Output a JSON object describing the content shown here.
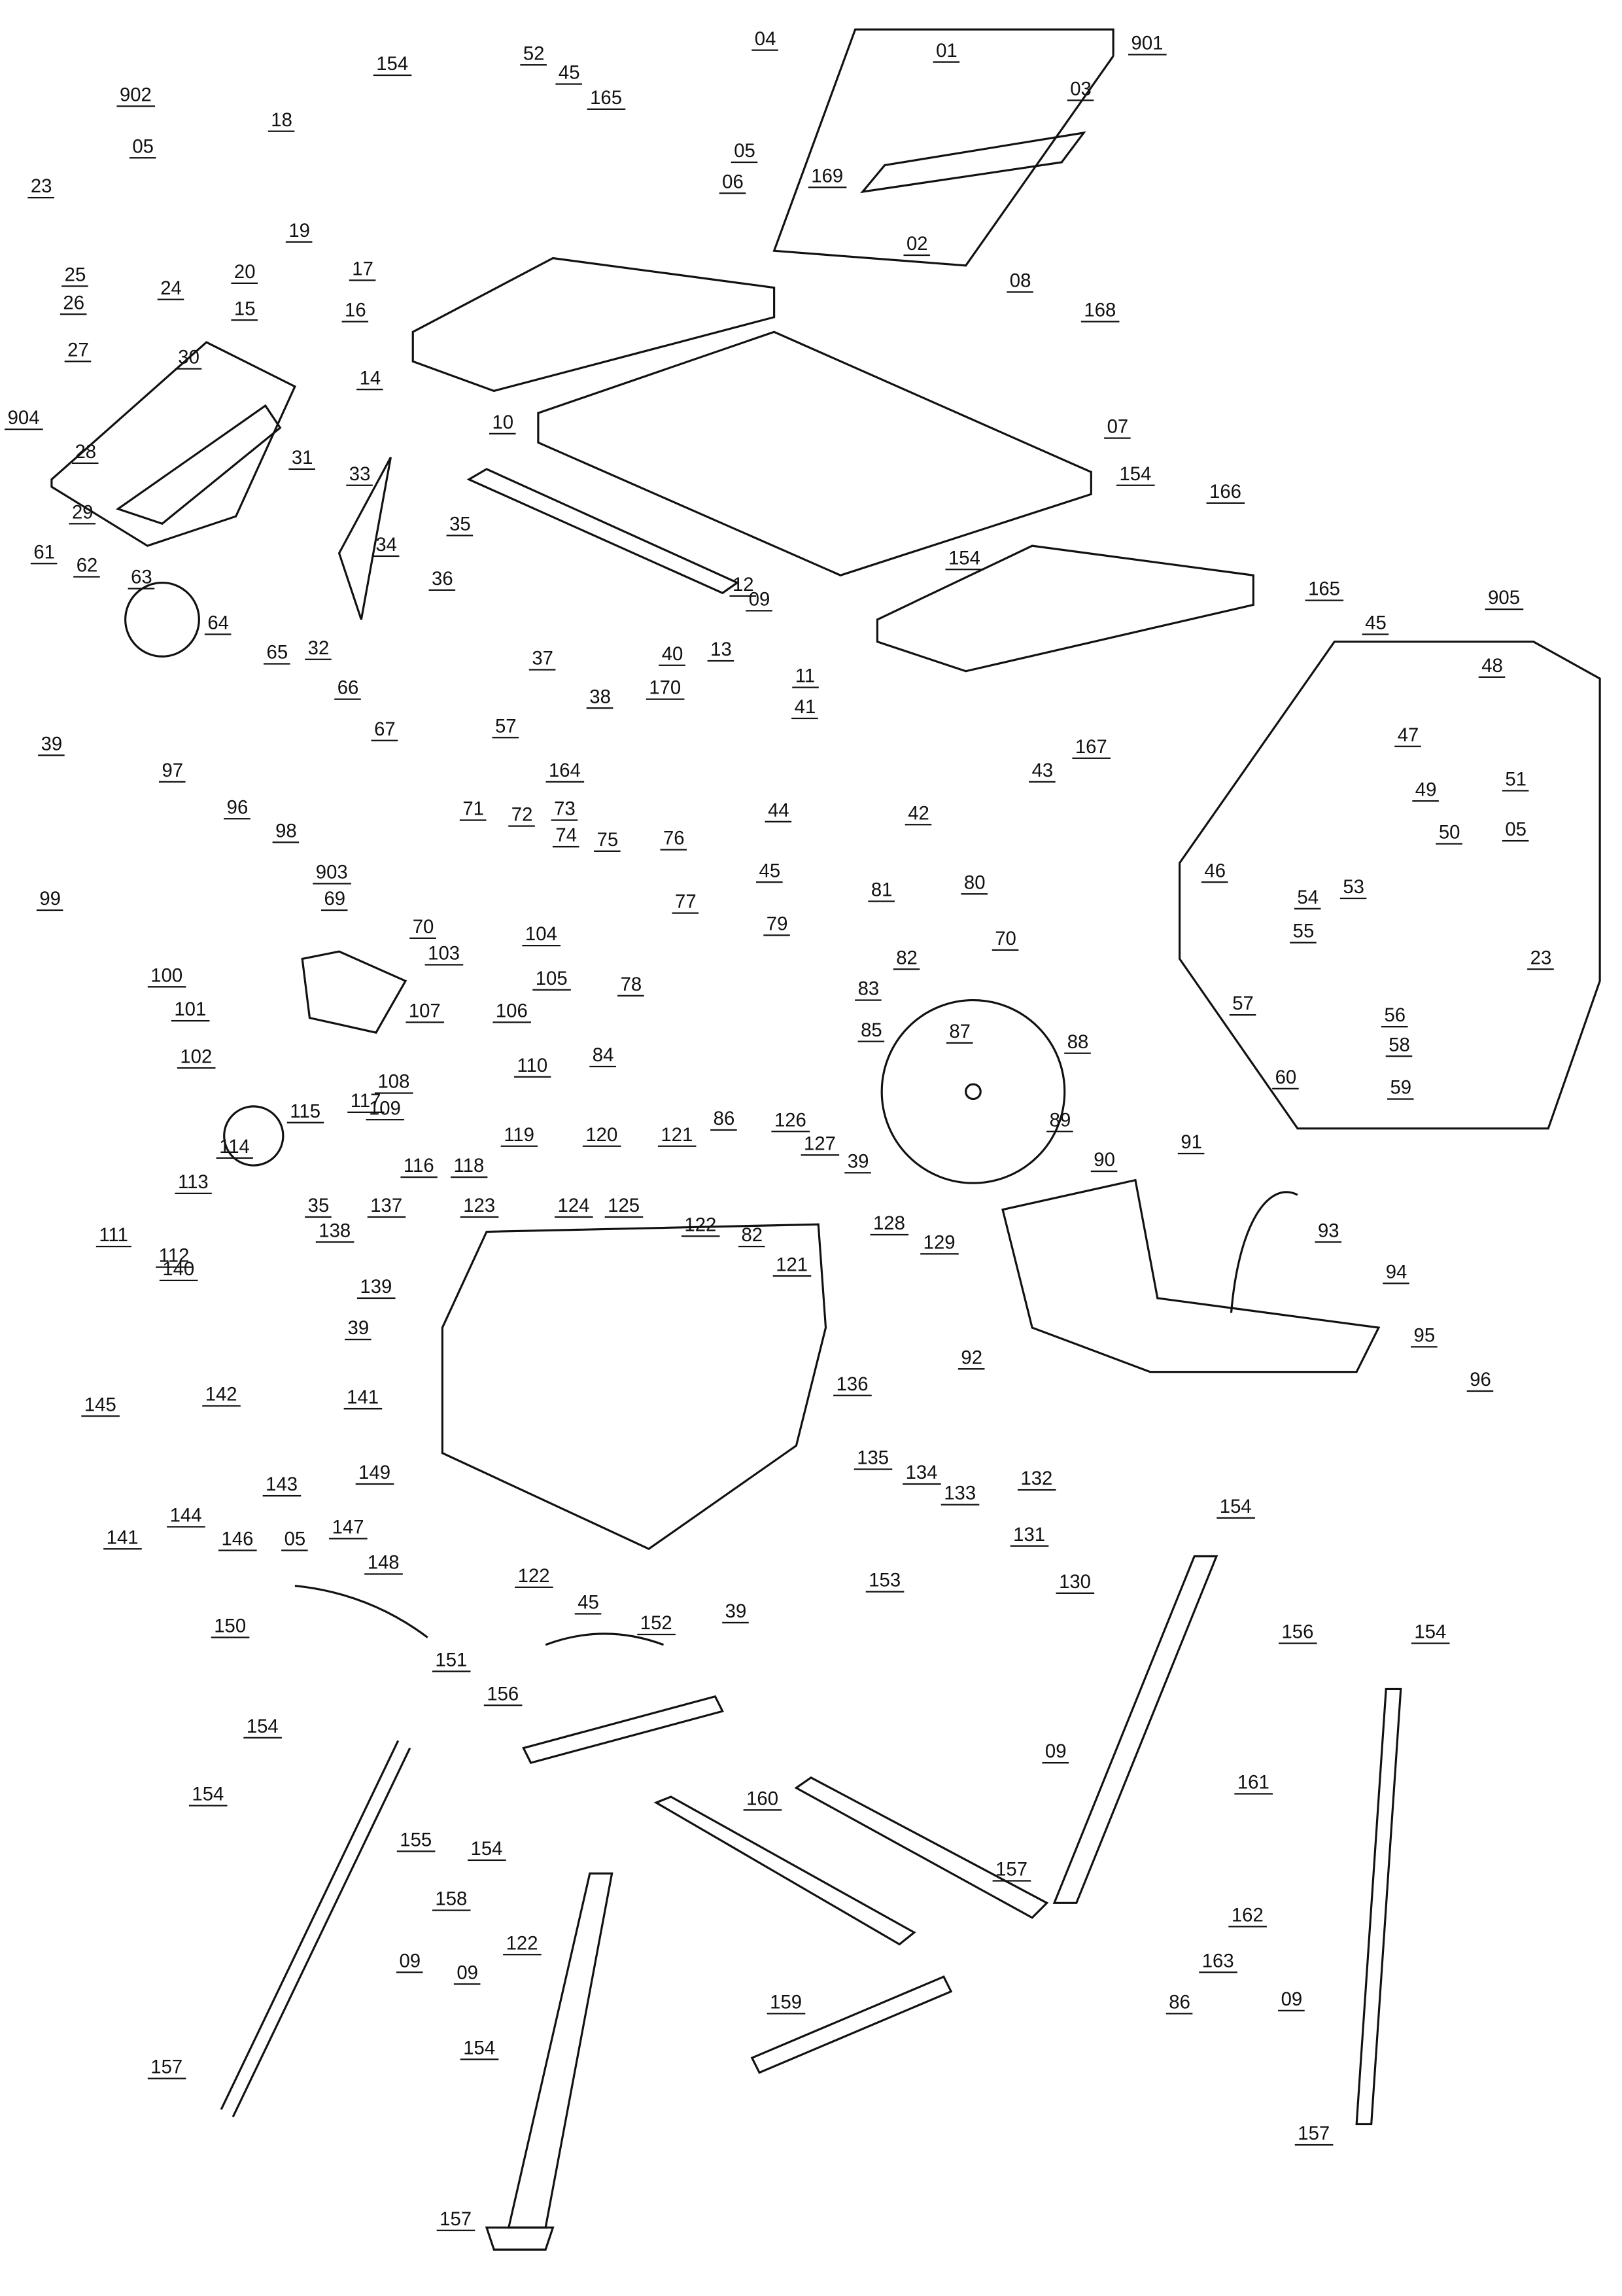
{
  "diagram": {
    "type": "exploded-parts-diagram",
    "line_color": "#111111",
    "background": "#ffffff",
    "callouts": [
      {
        "label": "902"
      },
      {
        "label": "05"
      },
      {
        "label": "23"
      },
      {
        "label": "18"
      },
      {
        "label": "19"
      },
      {
        "label": "20"
      },
      {
        "label": "17"
      },
      {
        "label": "154"
      },
      {
        "label": "52"
      },
      {
        "label": "45"
      },
      {
        "label": "165"
      },
      {
        "label": "04"
      },
      {
        "label": "05"
      },
      {
        "label": "06"
      },
      {
        "label": "01"
      },
      {
        "label": "03"
      },
      {
        "label": "901"
      },
      {
        "label": "169"
      },
      {
        "label": "02"
      },
      {
        "label": "25"
      },
      {
        "label": "24"
      },
      {
        "label": "26"
      },
      {
        "label": "16"
      },
      {
        "label": "15"
      },
      {
        "label": "27"
      },
      {
        "label": "30"
      },
      {
        "label": "904"
      },
      {
        "label": "28"
      },
      {
        "label": "29"
      },
      {
        "label": "14"
      },
      {
        "label": "10"
      },
      {
        "label": "31"
      },
      {
        "label": "33"
      },
      {
        "label": "08"
      },
      {
        "label": "168"
      },
      {
        "label": "07"
      },
      {
        "label": "154"
      },
      {
        "label": "166"
      },
      {
        "label": "61"
      },
      {
        "label": "62"
      },
      {
        "label": "63"
      },
      {
        "label": "34"
      },
      {
        "label": "35"
      },
      {
        "label": "36"
      },
      {
        "label": "12"
      },
      {
        "label": "09"
      },
      {
        "label": "154"
      },
      {
        "label": "13"
      },
      {
        "label": "11"
      },
      {
        "label": "37"
      },
      {
        "label": "38"
      },
      {
        "label": "64"
      },
      {
        "label": "32"
      },
      {
        "label": "65"
      },
      {
        "label": "40"
      },
      {
        "label": "170"
      },
      {
        "label": "41"
      },
      {
        "label": "165"
      },
      {
        "label": "45"
      },
      {
        "label": "905"
      },
      {
        "label": "66"
      },
      {
        "label": "67"
      },
      {
        "label": "57"
      },
      {
        "label": "164"
      },
      {
        "label": "48"
      },
      {
        "label": "39"
      },
      {
        "label": "97"
      },
      {
        "label": "96"
      },
      {
        "label": "98"
      },
      {
        "label": "903"
      },
      {
        "label": "71"
      },
      {
        "label": "72"
      },
      {
        "label": "73"
      },
      {
        "label": "74"
      },
      {
        "label": "75"
      },
      {
        "label": "76"
      },
      {
        "label": "44"
      },
      {
        "label": "42"
      },
      {
        "label": "43"
      },
      {
        "label": "167"
      },
      {
        "label": "47"
      },
      {
        "label": "49"
      },
      {
        "label": "51"
      },
      {
        "label": "50"
      },
      {
        "label": "05"
      },
      {
        "label": "99"
      },
      {
        "label": "69"
      },
      {
        "label": "70"
      },
      {
        "label": "104"
      },
      {
        "label": "105"
      },
      {
        "label": "45"
      },
      {
        "label": "81"
      },
      {
        "label": "80"
      },
      {
        "label": "77"
      },
      {
        "label": "79"
      },
      {
        "label": "70"
      },
      {
        "label": "82"
      },
      {
        "label": "83"
      },
      {
        "label": "46"
      },
      {
        "label": "54"
      },
      {
        "label": "53"
      },
      {
        "label": "55"
      },
      {
        "label": "23"
      },
      {
        "label": "100"
      },
      {
        "label": "103"
      },
      {
        "label": "78"
      },
      {
        "label": "106"
      },
      {
        "label": "101"
      },
      {
        "label": "107"
      },
      {
        "label": "85"
      },
      {
        "label": "87"
      },
      {
        "label": "84"
      },
      {
        "label": "110"
      },
      {
        "label": "88"
      },
      {
        "label": "57"
      },
      {
        "label": "56"
      },
      {
        "label": "58"
      },
      {
        "label": "60"
      },
      {
        "label": "59"
      },
      {
        "label": "102"
      },
      {
        "label": "108"
      },
      {
        "label": "109"
      },
      {
        "label": "117"
      },
      {
        "label": "115"
      },
      {
        "label": "114"
      },
      {
        "label": "113"
      },
      {
        "label": "119"
      },
      {
        "label": "120"
      },
      {
        "label": "121"
      },
      {
        "label": "86"
      },
      {
        "label": "126"
      },
      {
        "label": "127"
      },
      {
        "label": "39"
      },
      {
        "label": "89"
      },
      {
        "label": "90"
      },
      {
        "label": "91"
      },
      {
        "label": "116"
      },
      {
        "label": "118"
      },
      {
        "label": "137"
      },
      {
        "label": "123"
      },
      {
        "label": "124"
      },
      {
        "label": "125"
      },
      {
        "label": "82"
      },
      {
        "label": "122"
      },
      {
        "label": "121"
      },
      {
        "label": "128"
      },
      {
        "label": "93"
      },
      {
        "label": "129"
      },
      {
        "label": "111"
      },
      {
        "label": "112"
      },
      {
        "label": "35"
      },
      {
        "label": "138"
      },
      {
        "label": "140"
      },
      {
        "label": "139"
      },
      {
        "label": "39"
      },
      {
        "label": "94"
      },
      {
        "label": "95"
      },
      {
        "label": "96"
      },
      {
        "label": "92"
      },
      {
        "label": "136"
      },
      {
        "label": "142"
      },
      {
        "label": "141"
      },
      {
        "label": "145"
      },
      {
        "label": "149"
      },
      {
        "label": "143"
      },
      {
        "label": "144"
      },
      {
        "label": "141"
      },
      {
        "label": "146"
      },
      {
        "label": "05"
      },
      {
        "label": "147"
      },
      {
        "label": "148"
      },
      {
        "label": "135"
      },
      {
        "label": "134"
      },
      {
        "label": "133"
      },
      {
        "label": "132"
      },
      {
        "label": "131"
      },
      {
        "label": "130"
      },
      {
        "label": "45"
      },
      {
        "label": "122"
      },
      {
        "label": "39"
      },
      {
        "label": "153"
      },
      {
        "label": "150"
      },
      {
        "label": "151"
      },
      {
        "label": "152"
      },
      {
        "label": "154"
      },
      {
        "label": "156"
      },
      {
        "label": "154"
      },
      {
        "label": "154"
      },
      {
        "label": "156"
      },
      {
        "label": "09"
      },
      {
        "label": "161"
      },
      {
        "label": "155"
      },
      {
        "label": "154"
      },
      {
        "label": "160"
      },
      {
        "label": "157"
      },
      {
        "label": "162"
      },
      {
        "label": "163"
      },
      {
        "label": "86"
      },
      {
        "label": "154"
      },
      {
        "label": "158"
      },
      {
        "label": "122"
      },
      {
        "label": "09"
      },
      {
        "label": "09"
      },
      {
        "label": "09"
      },
      {
        "label": "159"
      },
      {
        "label": "154"
      },
      {
        "label": "157"
      },
      {
        "label": "157"
      },
      {
        "label": "157"
      }
    ]
  }
}
